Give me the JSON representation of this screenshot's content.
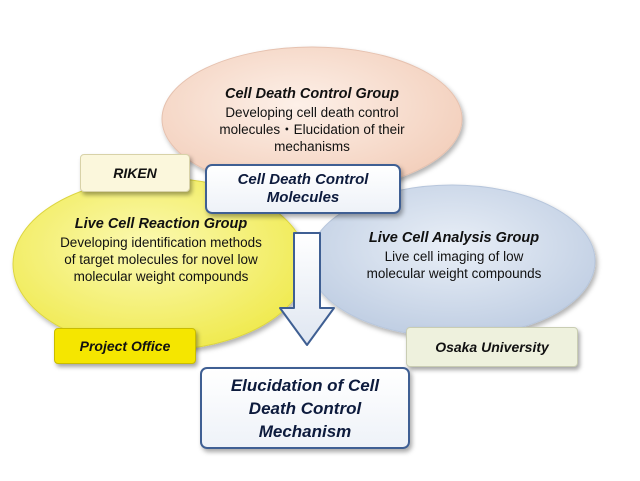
{
  "groups": {
    "cell_death_control": {
      "title": "Cell Death Control Group",
      "description": "Developing cell death control molecules・Elucidation of their mechanisms"
    },
    "live_cell_reaction": {
      "title": "Live Cell Reaction Group",
      "description": "Developing identification methods of target molecules for novel low molecular weight compounds"
    },
    "live_cell_analysis": {
      "title": "Live Cell Analysis Group",
      "description": "Live cell imaging of low molecular weight compounds"
    }
  },
  "labels": {
    "riken": "RIKEN",
    "project_office": "Project  Office",
    "osaka_university": "Osaka University"
  },
  "center_box": "Cell Death Control Molecules",
  "result_box": "Elucidation of Cell Death Control Mechanism",
  "colors": {
    "peach": "#f7ddd0",
    "yellow": "#f5f27a",
    "light_blue": "#d5dfee",
    "cream_label": "#fbf7dc",
    "yellow_label": "#f5e600",
    "green_label": "#eef1dd",
    "navy_border": "#3f5f93"
  }
}
